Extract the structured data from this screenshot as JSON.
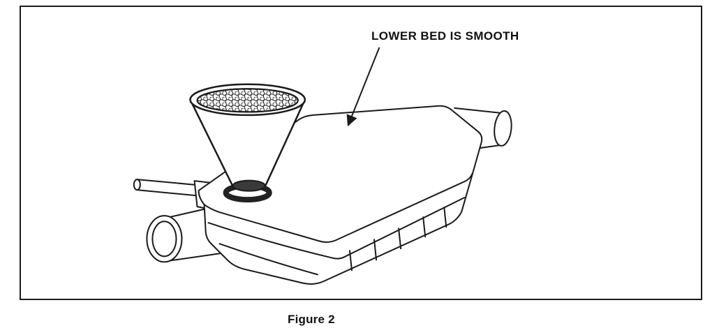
{
  "figure": {
    "annotation_label": "LOWER BED IS SMOOTH",
    "caption": "Figure 2"
  },
  "drawing": {
    "subject": "funnel pouring pellets into converter canister",
    "line_color": "#1a1a1a",
    "background_color": "#ffffff",
    "pellet_fill": "#ffffff",
    "throat_shade": "#3a3a3a"
  }
}
